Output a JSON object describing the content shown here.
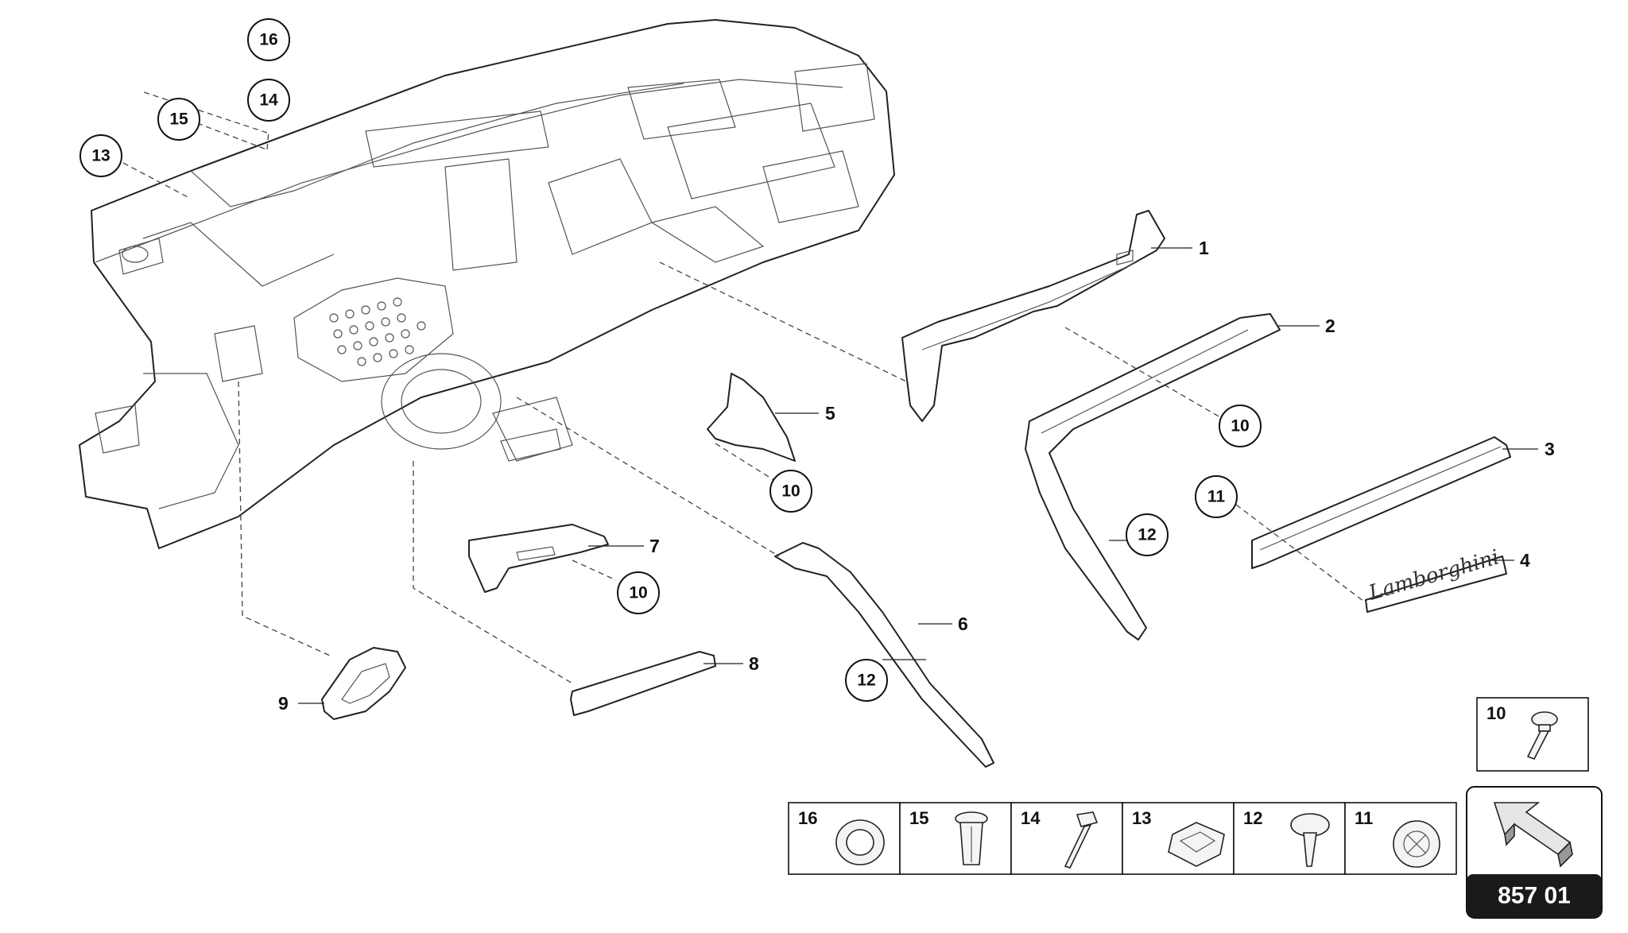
{
  "callouts": {
    "c16": "16",
    "c14": "14",
    "c15": "15",
    "c13": "13",
    "c10a": "10",
    "c10b": "10",
    "c10c": "10",
    "c11": "11",
    "c12a": "12",
    "c12b": "12"
  },
  "part_labels": {
    "p1": "1",
    "p2": "2",
    "p3": "3",
    "p4": "4",
    "p5": "5",
    "p6": "6",
    "p7": "7",
    "p8": "8",
    "p9": "9"
  },
  "emblem_text": "Lamborghini",
  "fastener_table": [
    {
      "number": "16",
      "icon": "grommet-ring-icon"
    },
    {
      "number": "15",
      "icon": "plastic-rivet-icon"
    },
    {
      "number": "14",
      "icon": "bolt-icon"
    },
    {
      "number": "13",
      "icon": "clip-icon"
    },
    {
      "number": "12",
      "icon": "push-clip-icon"
    },
    {
      "number": "11",
      "icon": "spring-nut-icon"
    }
  ],
  "single_fastener": {
    "number": "10",
    "icon": "screw-icon"
  },
  "reference": {
    "code": "857 01",
    "icon": "view-direction-arrow-icon"
  }
}
